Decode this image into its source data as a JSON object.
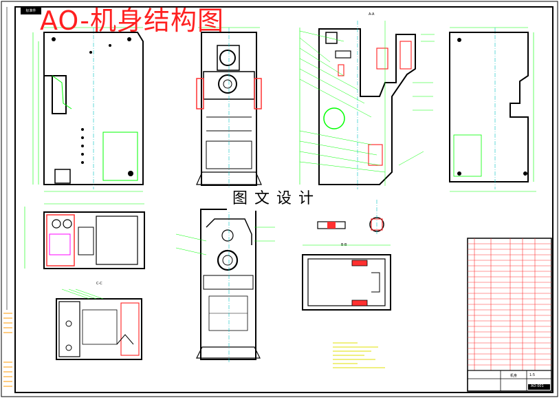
{
  "drawing": {
    "title": "AO-机身结构图",
    "watermark": "图文设计",
    "sheet_tag": "标准件",
    "section_labels": {
      "a": "A-A",
      "b": "B-B",
      "c": "C-C"
    },
    "title_block": {
      "scale_text": "1:5",
      "name_text": "机身",
      "code_text": "AO-001"
    }
  },
  "colors": {
    "line_main": "#000000",
    "line_dim": "#00ff00",
    "line_center": "#00c0c0",
    "line_hatch": "#ff3030",
    "title_red": "#ff2020",
    "dim_yellow": "#e0e000"
  }
}
